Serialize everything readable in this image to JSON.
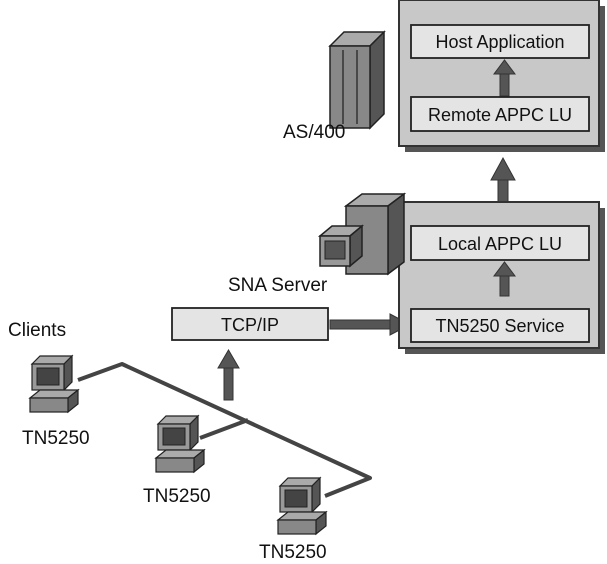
{
  "labels": {
    "as400": "AS/400",
    "sna_server": "SNA Server",
    "clients": "Clients",
    "client1": "TN5250",
    "client2": "TN5250",
    "client3": "TN5250"
  },
  "boxes": {
    "host_application": "Host Application",
    "remote_appc_lu": "Remote APPC LU",
    "local_appc_lu": "Local APPC LU",
    "tn5250_service": "TN5250 Service",
    "tcpip": "TCP/IP"
  },
  "colors": {
    "panel": "#c8c8c8",
    "box": "#e4e4e4",
    "arrow": "#555555",
    "line": "#444444"
  },
  "icons": {
    "as400": "server-tower-icon",
    "sna_server": "server-computer-icon",
    "client": "desktop-computer-icon"
  }
}
